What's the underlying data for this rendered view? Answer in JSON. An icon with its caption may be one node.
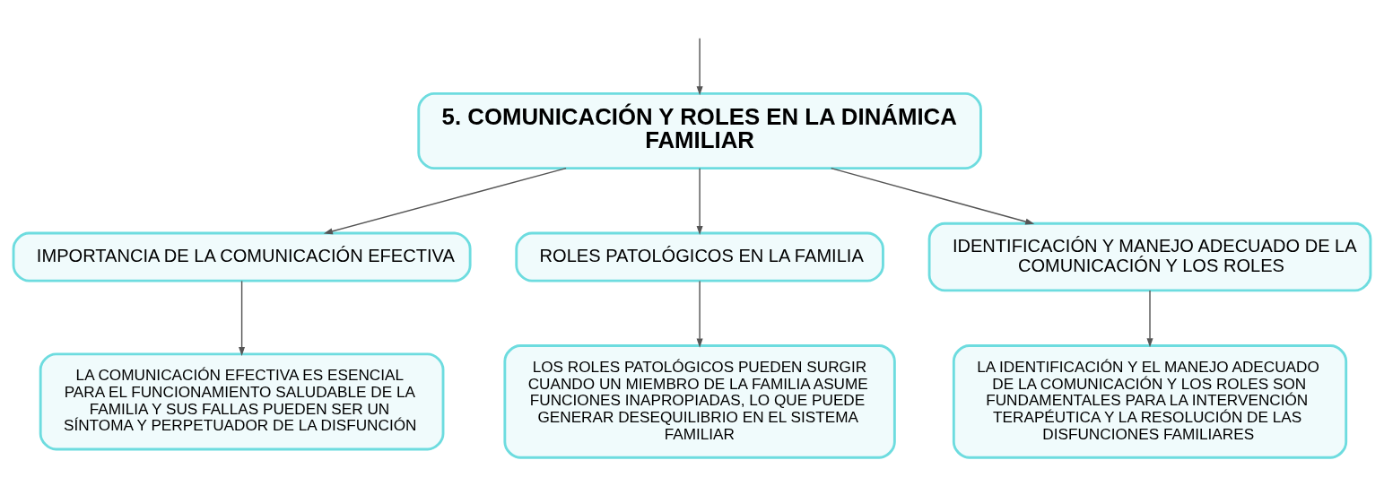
{
  "diagram": {
    "nodes": [
      {
        "text": [
          "5. COMUNICACIÓN Y ROLES EN LA DINÁMICA FAMILIAR"
        ]
      },
      {
        "text": [
          "IMPORTANCIA DE LA COMUNICACIÓN EFECTIVA"
        ]
      },
      {
        "text": [
          "ROLES PATOLÓGICOS EN LA FAMILIA"
        ]
      },
      {
        "text": [
          "IDENTIFICACIÓN Y MANEJO ADECUADO DE LA COMUNICACIÓN Y LOS ROLES"
        ]
      },
      {
        "text": [
          "LA COMUNICACIÓN EFECTIVA ES ESENCIAL PARA EL FUNCIONAMIENTO SALUDABLE DE LA FAMILIA Y SUS FALLAS PUEDEN SER UN SÍNTOMA Y PERPETUADOR DE LA DISFUNCIÓN"
        ]
      },
      {
        "text": [
          "LOS ROLES PATOLÓGICOS PUEDEN SURGIR CUANDO UN MIEMBRO DE LA FAMILIA ASUME FUNCIONES INAPROPIADAS, LO QUE PUEDE GENERAR DESEQUILIBRIO EN EL SISTEMA FAMILIAR"
        ]
      },
      {
        "text": [
          "LA IDENTIFICACIÓN Y EL MANEJO ADECUADO DE LA COMUNICACIÓN Y LOS ROLES SON FUNDAMENTALES PARA LA INTERVENCIÓN TERAPÉUTICA Y LA RESOLUCIÓN DE LAS DISFUNCIONES FAMILIARES"
        ]
      }
    ],
    "edges": [
      {
        "from": null,
        "to": 0,
        "arrow": "to"
      },
      {
        "from": 0,
        "to": 1,
        "arrow": "to"
      },
      {
        "from": 0,
        "to": 2,
        "arrow": "to"
      },
      {
        "from": 0,
        "to": 3,
        "arrow": "to"
      },
      {
        "from": 1,
        "to": 4,
        "arrow": "to"
      },
      {
        "from": 2,
        "to": 5,
        "arrow": "to"
      },
      {
        "from": 3,
        "to": 6,
        "arrow": "to"
      }
    ]
  }
}
